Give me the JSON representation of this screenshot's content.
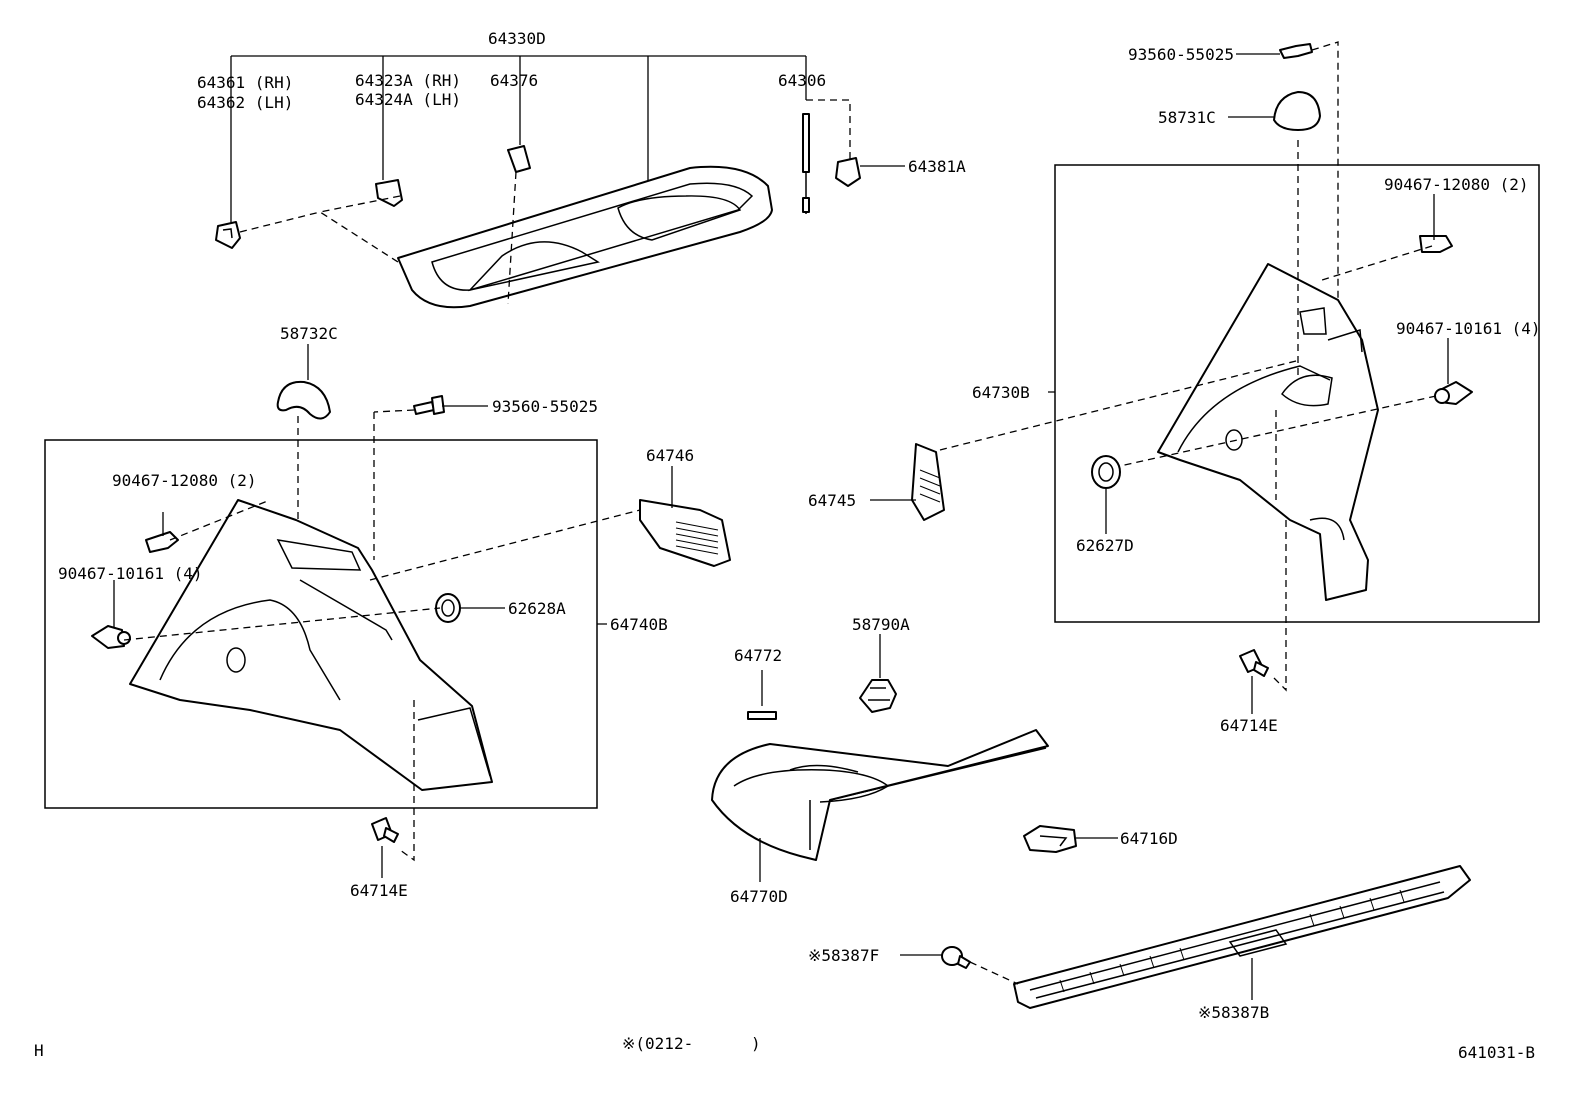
{
  "labels": {
    "l_64330D": "64330D",
    "l_64361": "64361 (RH)",
    "l_64362": "64362 (LH)",
    "l_64323A": "64323A (RH)",
    "l_64324A": "64324A (LH)",
    "l_64376": "64376",
    "l_64306": "64306",
    "l_64381A": "64381A",
    "l_93560_top": "93560-55025",
    "l_58731C": "58731C",
    "l_90467_12080_r": "90467-12080 (2)",
    "l_90467_10161_r": "90467-10161 (4)",
    "l_64730B": "64730B",
    "l_64745": "64745",
    "l_62627D": "62627D",
    "l_64714E_r": "64714E",
    "l_58732C": "58732C",
    "l_93560_left": "93560-55025",
    "l_90467_12080_l": "90467-12080 (2)",
    "l_90467_10161_l": "90467-10161 (4)",
    "l_62628A": "62628A",
    "l_64740B": "64740B",
    "l_64714E_l": "64714E",
    "l_64746": "64746",
    "l_58790A": "58790A",
    "l_64772": "64772",
    "l_64770D": "64770D",
    "l_64716D": "64716D",
    "l_58387F": "※58387F",
    "l_58387B": "※58387B"
  },
  "footer": {
    "left": "H",
    "note": "※(0212-      )",
    "code": "641031-B"
  }
}
